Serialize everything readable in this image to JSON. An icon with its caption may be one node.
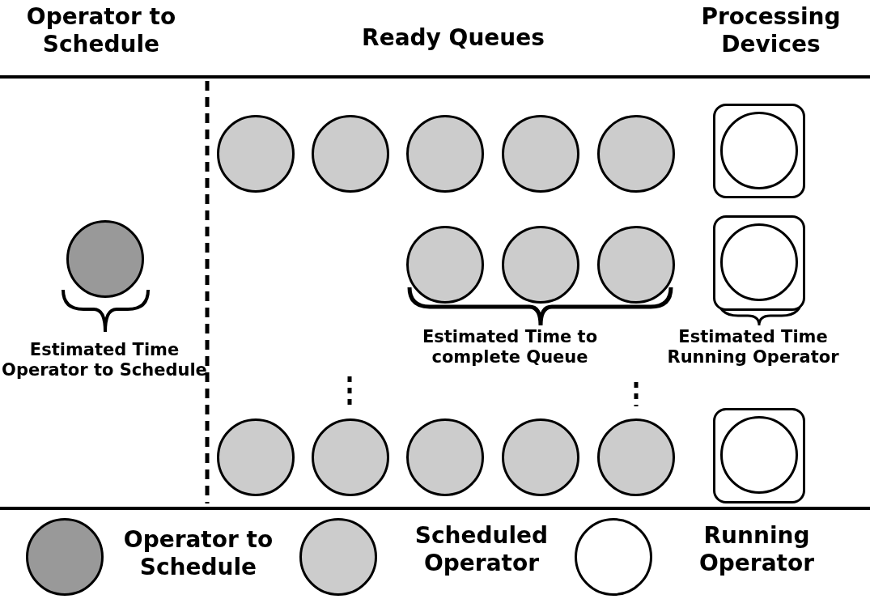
{
  "diagram": {
    "nodes": [
      {
        "text": [],
        "shape": "circle"
      },
      {
        "text": [],
        "shape": "circle"
      },
      {
        "text": [],
        "shape": "circle"
      },
      {
        "text": [],
        "shape": "circle"
      },
      {
        "text": [],
        "shape": "circle"
      },
      {
        "text": [],
        "shape": "box"
      },
      {
        "text": [],
        "shape": "circle",
        "in": 5
      },
      {
        "text": [],
        "shape": "circle"
      },
      {
        "text": [],
        "shape": "circle"
      },
      {
        "text": [],
        "shape": "circle"
      },
      {
        "text": [],
        "shape": "circle"
      },
      {
        "text": [],
        "shape": "box"
      },
      {
        "text": [],
        "shape": "circle",
        "in": 11
      },
      {
        "text": [],
        "shape": "circle"
      },
      {
        "text": [],
        "shape": "circle"
      },
      {
        "text": [],
        "shape": "circle"
      },
      {
        "text": [],
        "shape": "circle"
      },
      {
        "text": [],
        "shape": "circle"
      },
      {
        "text": [],
        "shape": "box"
      },
      {
        "text": [],
        "shape": "circle",
        "in": 18
      }
    ],
    "labels": [
      "Operator to Schedule",
      "Ready Queues",
      "Processing Devices",
      "Estimated Time Operator to Schedule",
      "Estimated Time to complete Queue",
      "Estimated Time Running Operator"
    ],
    "legend": [
      {
        "text": "Operator to Schedule",
        "color": "#999999"
      },
      {
        "text": "Scheduled Operator",
        "color": "#cccccc"
      },
      {
        "text": "Running Operator",
        "color": "#ffffff"
      }
    ]
  }
}
